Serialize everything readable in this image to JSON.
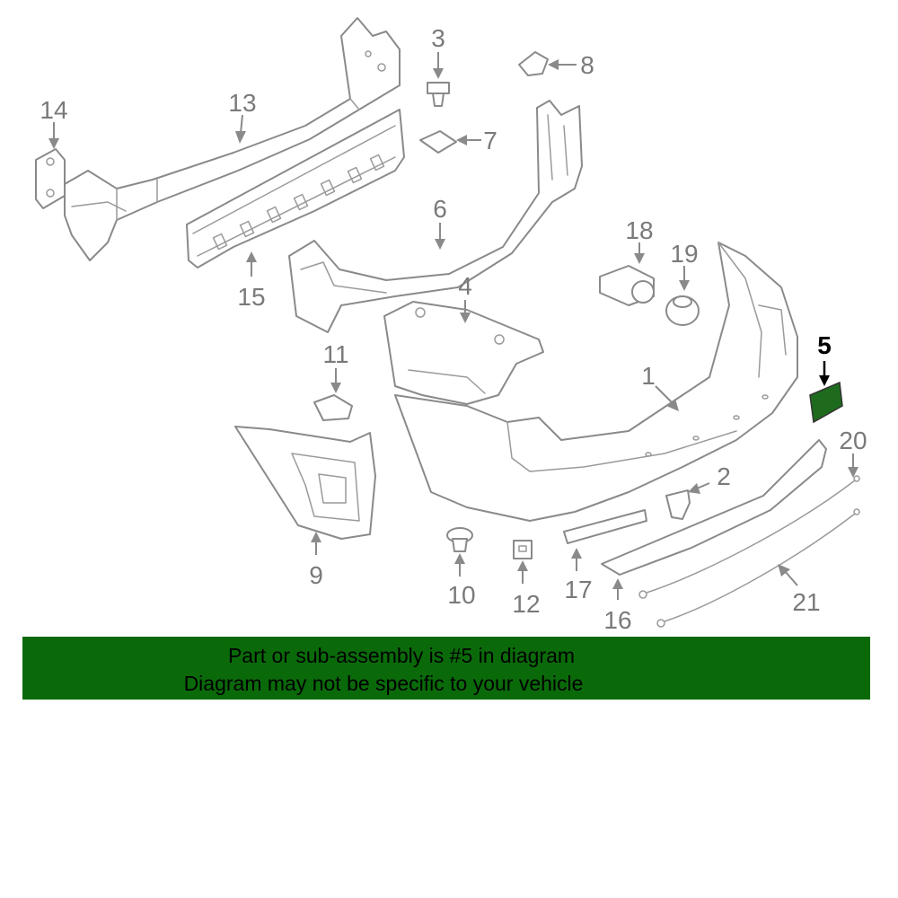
{
  "diagram": {
    "callouts": {
      "p1": "1",
      "p2": "2",
      "p3": "3",
      "p4": "4",
      "p5": "5",
      "p6": "6",
      "p7": "7",
      "p8": "8",
      "p9": "9",
      "p10": "10",
      "p11": "11",
      "p12": "12",
      "p13": "13",
      "p14": "14",
      "p15": "15",
      "p16": "16",
      "p17": "17",
      "p18": "18",
      "p19": "19",
      "p20": "20",
      "p21": "21"
    },
    "highlighted_part": "5",
    "highlight_color": "#1e6b1e"
  },
  "banner": {
    "line1": "Part or sub-assembly is #5 in diagram",
    "line2": "Diagram may not be specific to your vehicle",
    "background_color": "#0a6a0a"
  }
}
